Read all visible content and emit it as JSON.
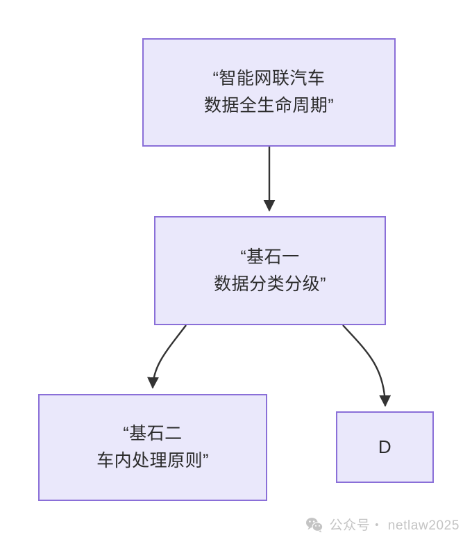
{
  "diagram": {
    "background_color": "#ffffff",
    "node_fill_color": "#eae8fb",
    "node_border_color": "#8a6fd8",
    "edge_color": "#333333",
    "text_color": "#2b2b2b",
    "nodes": [
      {
        "id": "A",
        "lines": [
          "“智能网联汽车",
          "数据全生命周期”"
        ]
      },
      {
        "id": "B",
        "lines": [
          "“基石一",
          "数据分类分级”"
        ]
      },
      {
        "id": "C",
        "lines": [
          "“基石二",
          "车内处理原则”"
        ]
      },
      {
        "id": "D",
        "lines": [
          "D"
        ]
      }
    ],
    "edges": [
      {
        "id": "A-B",
        "from": "A",
        "to": "B",
        "style": "straight",
        "label": ""
      },
      {
        "id": "B-C",
        "from": "B",
        "to": "C",
        "style": "curved",
        "label": ""
      },
      {
        "id": "B-D",
        "from": "B",
        "to": "D",
        "style": "curved",
        "label": ""
      }
    ]
  },
  "watermark": {
    "icon": "wechat-icon",
    "text": "公众号・ netlaw2025",
    "color": "#c4c4c4"
  }
}
